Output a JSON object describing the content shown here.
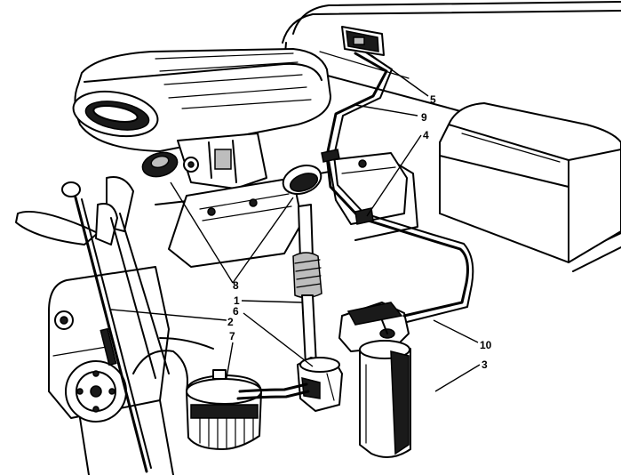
{
  "callouts": [
    {
      "id": "label-1",
      "text": "1"
    },
    {
      "id": "label-2",
      "text": "2"
    },
    {
      "id": "label-3",
      "text": "3"
    },
    {
      "id": "label-4",
      "text": "4"
    },
    {
      "id": "label-5",
      "text": "5"
    },
    {
      "id": "label-6",
      "text": "6"
    },
    {
      "id": "label-7",
      "text": "7"
    },
    {
      "id": "label-8",
      "text": "8"
    },
    {
      "id": "label-9",
      "text": "9"
    },
    {
      "id": "label-10",
      "text": "10"
    }
  ]
}
